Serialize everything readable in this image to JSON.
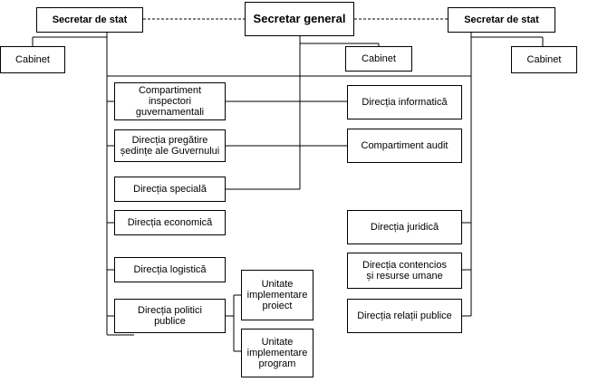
{
  "org_chart": {
    "secretar_general": "Secretar general",
    "secretar_stat_left": "Secretar de stat",
    "secretar_stat_right": "Secretar de stat",
    "cabinet_left": "Cabinet",
    "cabinet_center": "Cabinet",
    "cabinet_right": "Cabinet",
    "compartiment_inspectori": "Compartiment\ninspectori\nguvernamentali",
    "directia_pregatire": "Direcția pregătire\nședințe ale Guvernului",
    "directia_speciala": "Direcția specială",
    "directia_economica": "Direcția economică",
    "directia_logistica": "Direcția logistică",
    "directia_politici": "Direcția politici\npublice",
    "unitate_proiect": "Unitate\nimplementare\nproiect",
    "unitate_program": "Unitate\nimplementare\nprogram",
    "directia_informatica": "Direcția informatică",
    "compartiment_audit": "Compartiment audit",
    "directia_juridica": "Direcția juridică",
    "directia_contencios": "Direcția contencios\nși resurse umane",
    "directia_relatii": "Direcția relații publice"
  }
}
